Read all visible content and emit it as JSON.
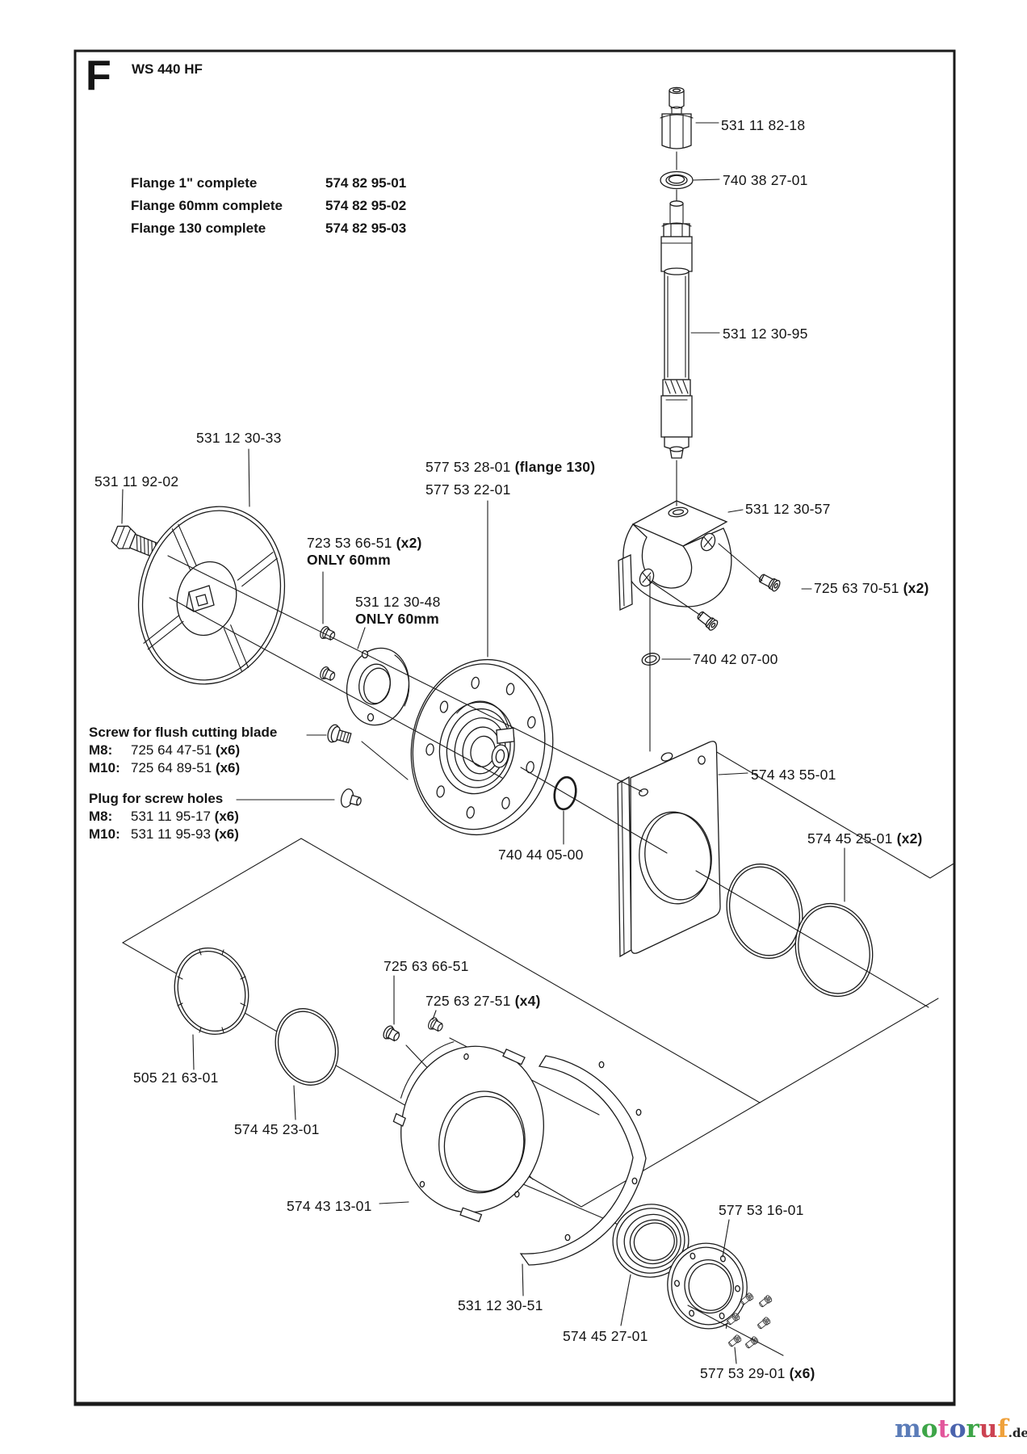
{
  "page": {
    "section_letter": "F",
    "model": "WS 440 HF"
  },
  "flange_table": [
    {
      "name": "Flange 1\" complete",
      "number": "574 82 95-01"
    },
    {
      "name": "Flange 60mm complete",
      "number": "574 82 95-02"
    },
    {
      "name": "Flange 130 complete",
      "number": "574 82 95-03"
    }
  ],
  "labels": {
    "water_fitting": "531 11 82-18",
    "washer": "740 38 27-01",
    "water_tube": "531 12 30-95",
    "bearing_housing": "531 12 30-57",
    "housing_screws": {
      "num": "725 63 70-51",
      "qty": "(x2)"
    },
    "oring": "740 42 07-00",
    "mounting_plate": "574 43 55-01",
    "plate_rings": {
      "num": "574 45 25-01",
      "qty": "(x2)"
    },
    "inner_flange_disc": "531 12 30-33",
    "flange_bolt": "531 11 92-02",
    "spacer_screws": {
      "num": "723 53 66-51",
      "qty": "(x2)",
      "note": "ONLY 60mm"
    },
    "spacer_flange": {
      "num": "531 12 30-48",
      "note": "ONLY 60mm"
    },
    "blade_flange": {
      "num_130": "577 53 28-01",
      "note_130": "(flange 130)",
      "num": "577 53 22-01"
    },
    "hub_oring": "740 44 05-00",
    "flush_screw": {
      "title": "Screw for flush cutting blade",
      "rows": [
        {
          "pre": "M8:",
          "num": "725 64 47-51",
          "qty": "(x6)"
        },
        {
          "pre": "M10:",
          "num": "725 64 89-51",
          "qty": "(x6)"
        }
      ]
    },
    "plug": {
      "title": "Plug for screw holes",
      "rows": [
        {
          "pre": "M8:",
          "num": "531 11 95-17",
          "qty": "(x6)"
        },
        {
          "pre": "M10:",
          "num": "531 11 95-93",
          "qty": "(x6)"
        }
      ]
    },
    "seal_ring": "505 21 63-01",
    "support_ring": "574 45 23-01",
    "guard_screw": "725 63 66-51",
    "guard_screws4": {
      "num": "725 63 27-51",
      "qty": "(x4)"
    },
    "blade_guard": "574 43 13-01",
    "guard_segment": "531 12 30-51",
    "bearing": "574 45 27-01",
    "outer_flange": "577 53 16-01",
    "flange_screws6": {
      "num": "577 53 29-01",
      "qty": "(x6)"
    }
  },
  "footer": {
    "logo_letters": [
      {
        "ch": "m",
        "color": "#5b7cb8"
      },
      {
        "ch": "o",
        "color": "#3da548"
      },
      {
        "ch": "t",
        "color": "#e2569b"
      },
      {
        "ch": "o",
        "color": "#4a63ad"
      },
      {
        "ch": "r",
        "color": "#3da548"
      },
      {
        "ch": "u",
        "color": "#cc4352"
      },
      {
        "ch": "f",
        "color": "#efa13b"
      }
    ],
    "domain": ".de"
  }
}
